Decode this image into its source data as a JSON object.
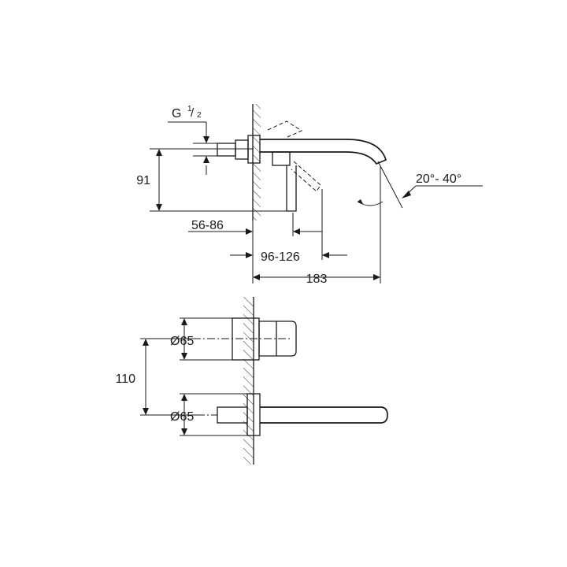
{
  "side_view": {
    "thread_prefix": "G",
    "thread_num": "1",
    "thread_sep": "/",
    "thread_den": "2",
    "height": "91",
    "depth_range": "56-86",
    "lever_range": "96-126",
    "length": "183",
    "angle_range": "20°- 40°"
  },
  "front_view": {
    "diameter_top": "Ø65",
    "spacing": "110",
    "diameter_bottom": "Ø65"
  }
}
